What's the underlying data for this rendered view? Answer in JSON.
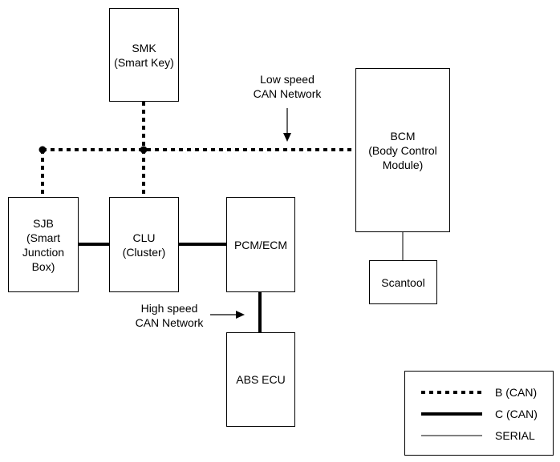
{
  "modules": {
    "smk": {
      "line1": "SMK",
      "line2": "(Smart Key)"
    },
    "bcm": {
      "line1": "BCM",
      "line2": "(Body Control",
      "line3": "Module)"
    },
    "sjb": {
      "line1": "SJB",
      "line2": "(Smart",
      "line3": "Junction",
      "line4": "Box)"
    },
    "clu": {
      "line1": "CLU",
      "line2": "(Cluster)"
    },
    "pcm": {
      "line1": "PCM/ECM"
    },
    "scantool": {
      "line1": "Scantool"
    },
    "abs": {
      "line1": "ABS ECU"
    }
  },
  "annotations": {
    "low_speed": {
      "line1": "Low speed",
      "line2": "CAN Network"
    },
    "high_speed": {
      "line1": "High speed",
      "line2": "CAN Network"
    }
  },
  "legend": {
    "b_can": "B (CAN)",
    "c_can": "C (CAN)",
    "serial": "SERIAL"
  }
}
